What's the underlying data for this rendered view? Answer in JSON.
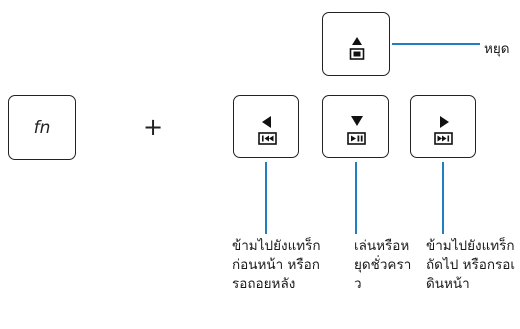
{
  "keys": {
    "fn_label": "fn",
    "plus_sign": "+"
  },
  "labels": {
    "stop": "หยุด",
    "previous": "ข้ามไปยังแทร็กก่อนหน้า หรือกรอถอยหลัง",
    "play_pause": "เล่นหรือหยุดชั่วคราว",
    "next": "ข้ามไปยังแทร็กถัดไป หรือกรอเดินหน้า"
  },
  "icons": [
    "stop-eject-icon",
    "previous-track-icon",
    "play-pause-icon",
    "next-track-icon"
  ],
  "colors": {
    "leader_line": "#1f7fc0",
    "key_border": "#222222"
  }
}
